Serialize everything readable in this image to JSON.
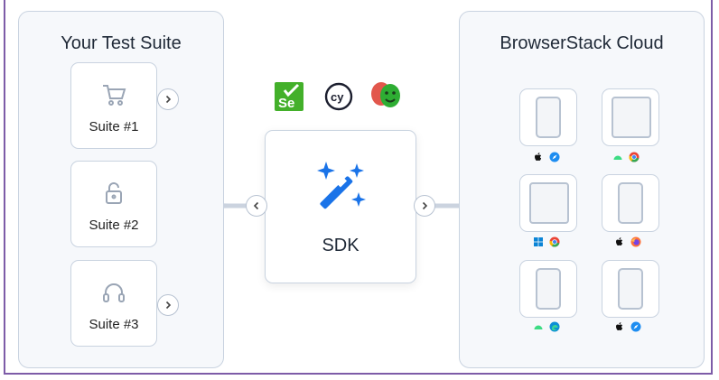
{
  "left_panel": {
    "title": "Your Test Suite"
  },
  "suites": [
    {
      "label": "Suite #1",
      "icon": "shopping-cart-icon"
    },
    {
      "label": "Suite #2",
      "icon": "unlock-icon"
    },
    {
      "label": "Suite #3",
      "icon": "headset-icon"
    }
  ],
  "center": {
    "label": "SDK",
    "icon": "magic-wand-icon"
  },
  "tools": [
    {
      "icon": "selenium-icon"
    },
    {
      "icon": "cypress-icon"
    },
    {
      "icon": "playwright-icon"
    }
  ],
  "right_panel": {
    "title": "BrowserStack Cloud"
  },
  "devices": [
    {
      "type": "phone",
      "os": [
        "apple-icon",
        "safari-icon"
      ]
    },
    {
      "type": "tablet",
      "os": [
        "android-icon",
        "chrome-icon"
      ]
    },
    {
      "type": "tablet",
      "os": [
        "windows-icon",
        "chrome-icon"
      ]
    },
    {
      "type": "phone",
      "os": [
        "apple-icon",
        "firefox-icon"
      ]
    },
    {
      "type": "phone",
      "os": [
        "android-icon",
        "edge-icon"
      ]
    },
    {
      "type": "phone",
      "os": [
        "apple-icon",
        "safari-icon"
      ]
    }
  ],
  "colors": {
    "accent_blue": "#1a73e8",
    "connector": "#cbd3df",
    "frame": "#7d5ca8"
  }
}
